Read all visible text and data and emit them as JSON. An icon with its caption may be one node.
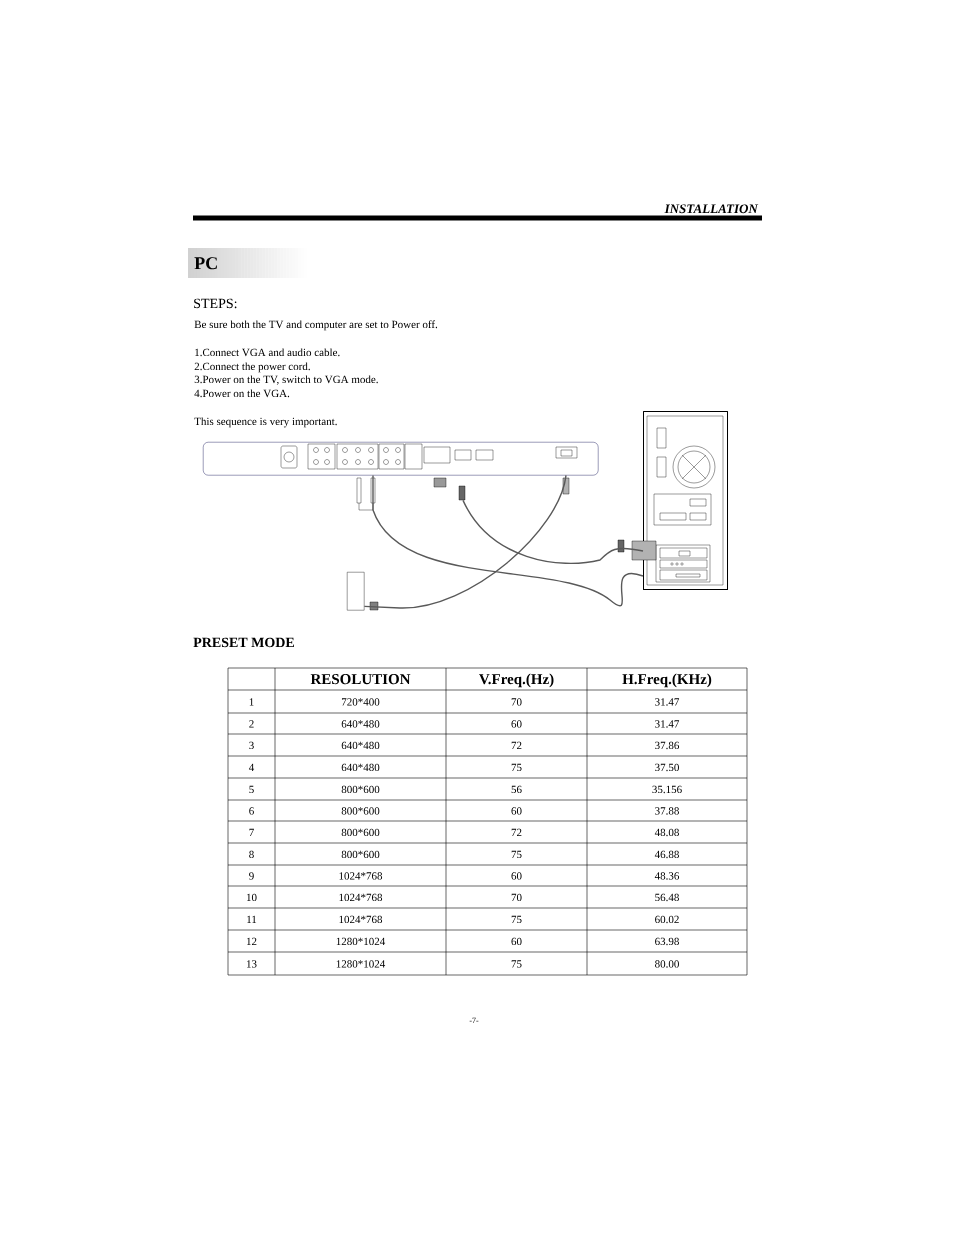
{
  "diagram": {
    "nodes": [
      {
        "text": [
          "PC"
        ]
      },
      {
        "text": [],
        "shape": "box"
      },
      {
        "text": [],
        "shape": "box"
      },
      {
        "text": [],
        "shape": "box"
      }
    ],
    "edges": [
      {
        "from": 1,
        "to": 2,
        "arrow": "none"
      },
      {
        "from": 1,
        "to": 2,
        "arrow": "none"
      },
      {
        "from": 1,
        "to": 3,
        "arrow": "none"
      }
    ],
    "labels": [
      "INSTALLATION",
      "STEPS:",
      "Be sure both the TV and computer are set to  Power off.",
      "1.Connect VGA  and audio cable.",
      "2.Connect the power cord.",
      "3.Power on the TV, switch  to VGA mode.",
      "4.Power on the VGA.",
      "This sequence is very important.",
      "PRESET MODE",
      "RESOLUTION",
      "V.Freq.(Hz)",
      "H.Freq.(KHz)",
      "1",
      "720*400",
      "70",
      "31.47",
      "2",
      "640*480",
      "60",
      "31.47",
      "3",
      "640*480",
      "72",
      "37.86",
      "4",
      "640*480",
      "75",
      "37.50",
      "5",
      "800*600",
      "56",
      "35.156",
      "6",
      "800*600",
      "60",
      "37.88",
      "7",
      "800*600",
      "72",
      "48.08",
      "8",
      "800*600",
      "75",
      "46.88",
      "9",
      "1024*768",
      "60",
      "48.36",
      "10",
      "1024*768",
      "70",
      "56.48",
      "11",
      "1024*768",
      "75",
      "60.02",
      "12",
      "1280*1024",
      "60",
      "63.98",
      "13",
      "1280*1024",
      "75",
      "80.00",
      "-7-"
    ]
  }
}
